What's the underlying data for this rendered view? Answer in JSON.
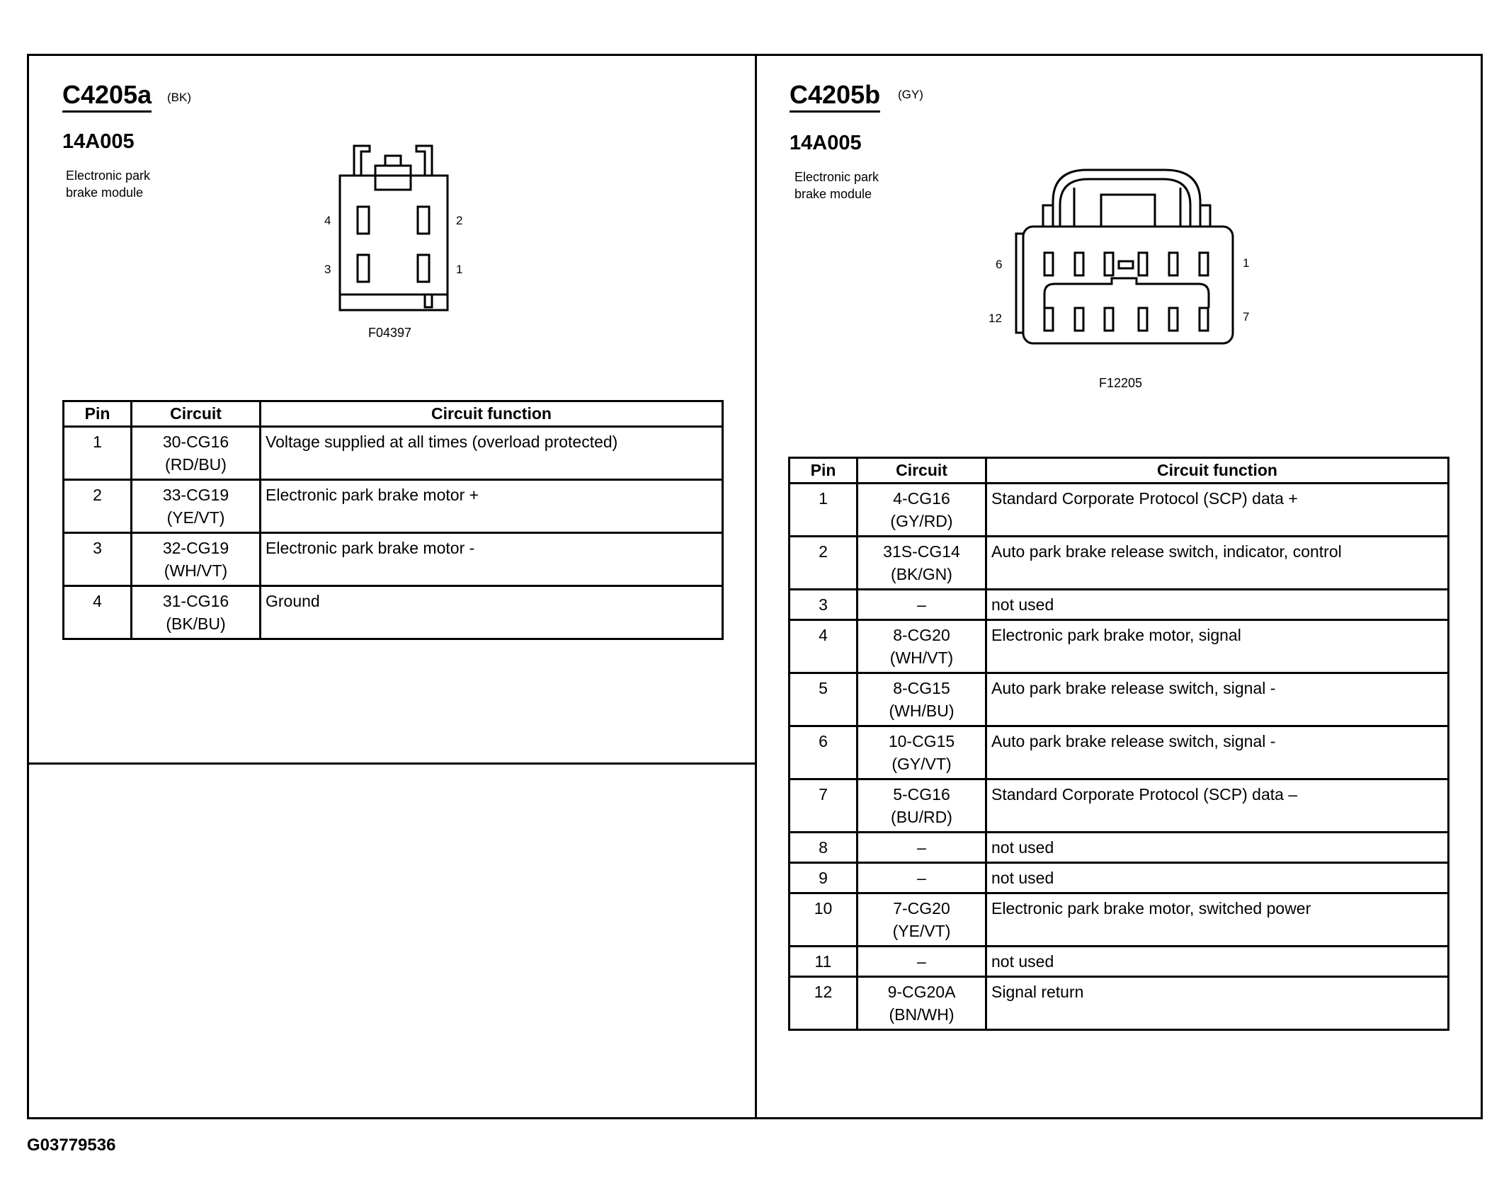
{
  "left": {
    "connector": "C4205a",
    "color_code": "(BK)",
    "part_number": "14A005",
    "part_description": "Electronic park brake module",
    "figure_code": "F04397",
    "pin_labels": [
      "4",
      "2",
      "3",
      "1"
    ],
    "headers": [
      "Pin",
      "Circuit",
      "Circuit function"
    ],
    "rows": [
      {
        "pin": "1",
        "circuit": "30-CG16",
        "wire": "(RD/BU)",
        "function": "Voltage supplied at all times (overload protected)"
      },
      {
        "pin": "2",
        "circuit": "33-CG19",
        "wire": "(YE/VT)",
        "function": "Electronic park brake motor +"
      },
      {
        "pin": "3",
        "circuit": "32-CG19",
        "wire": "(WH/VT)",
        "function": "Electronic park brake motor -"
      },
      {
        "pin": "4",
        "circuit": "31-CG16",
        "wire": "(BK/BU)",
        "function": "Ground"
      }
    ]
  },
  "right": {
    "connector": "C4205b",
    "color_code": "(GY)",
    "part_number": "14A005",
    "part_description": "Electronic park brake module",
    "figure_code": "F12205",
    "pin_labels": [
      "6",
      "1",
      "12",
      "7"
    ],
    "headers": [
      "Pin",
      "Circuit",
      "Circuit function"
    ],
    "rows": [
      {
        "pin": "1",
        "circuit": "4-CG16",
        "wire": "(GY/RD)",
        "function": "Standard Corporate Protocol (SCP) data +"
      },
      {
        "pin": "2",
        "circuit": "31S-CG14",
        "wire": "(BK/GN)",
        "function": "Auto park brake release switch, indicator, control"
      },
      {
        "pin": "3",
        "circuit": "–",
        "wire": "",
        "function": "not used"
      },
      {
        "pin": "4",
        "circuit": "8-CG20",
        "wire": "(WH/VT)",
        "function": "Electronic park brake motor, signal"
      },
      {
        "pin": "5",
        "circuit": "8-CG15",
        "wire": "(WH/BU)",
        "function": "Auto park brake release switch, signal -"
      },
      {
        "pin": "6",
        "circuit": "10-CG15",
        "wire": "(GY/VT)",
        "function": "Auto park brake release switch, signal -"
      },
      {
        "pin": "7",
        "circuit": "5-CG16",
        "wire": "(BU/RD)",
        "function": "Standard Corporate Protocol (SCP) data –"
      },
      {
        "pin": "8",
        "circuit": "–",
        "wire": "",
        "function": "not used"
      },
      {
        "pin": "9",
        "circuit": "–",
        "wire": "",
        "function": "not used"
      },
      {
        "pin": "10",
        "circuit": "7-CG20",
        "wire": "(YE/VT)",
        "function": "Electronic park brake motor, switched power"
      },
      {
        "pin": "11",
        "circuit": "–",
        "wire": "",
        "function": "not used"
      },
      {
        "pin": "12",
        "circuit": "9-CG20A",
        "wire": "(BN/WH)",
        "function": "Signal return"
      }
    ]
  },
  "footer": {
    "code": "G03779536"
  }
}
